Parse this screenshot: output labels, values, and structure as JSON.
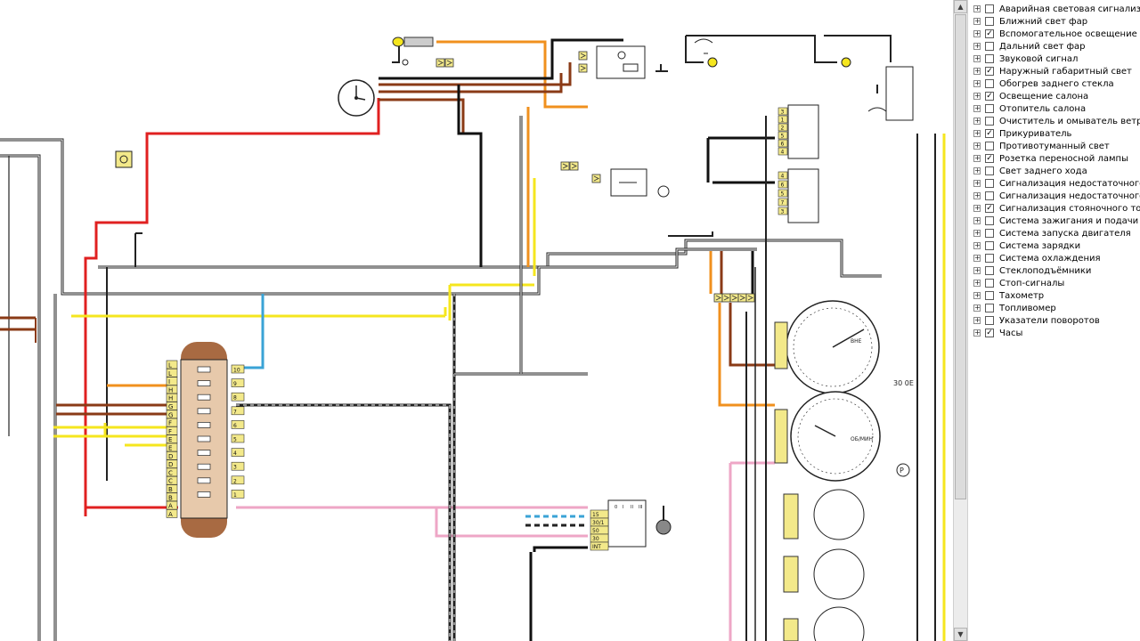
{
  "systems_panel": {
    "items": [
      {
        "label": "Аварийная световая сигнализ",
        "checked": false
      },
      {
        "label": "Ближний свет фар",
        "checked": false
      },
      {
        "label": "Вспомогательное освещение",
        "checked": true
      },
      {
        "label": "Дальний свет фар",
        "checked": false
      },
      {
        "label": "Звуковой сигнал",
        "checked": false
      },
      {
        "label": "Наружный габаритный свет",
        "checked": true
      },
      {
        "label": "Обогрев заднего стекла",
        "checked": false
      },
      {
        "label": "Освещение салона",
        "checked": true
      },
      {
        "label": "Отопитель салона",
        "checked": false
      },
      {
        "label": "Очиститель и омыватель ветро",
        "checked": false
      },
      {
        "label": "Прикуриватель",
        "checked": true
      },
      {
        "label": "Противотуманный свет",
        "checked": false
      },
      {
        "label": "Розетка переносной лампы",
        "checked": true
      },
      {
        "label": "Свет заднего хода",
        "checked": false
      },
      {
        "label": "Сигнализация недостаточного",
        "checked": false
      },
      {
        "label": "Сигнализация недостаточного",
        "checked": false
      },
      {
        "label": "Сигнализация стояночного тор",
        "checked": true
      },
      {
        "label": "Система зажигания и подачи т",
        "checked": false
      },
      {
        "label": "Система запуска двигателя",
        "checked": false
      },
      {
        "label": "Система зарядки",
        "checked": false
      },
      {
        "label": "Система охлаждения",
        "checked": false
      },
      {
        "label": "Стеклоподъёмники",
        "checked": false
      },
      {
        "label": "Стоп-сигналы",
        "checked": false
      },
      {
        "label": "Тахометр",
        "checked": false
      },
      {
        "label": "Топливомер",
        "checked": false
      },
      {
        "label": "Указатели поворотов",
        "checked": false
      },
      {
        "label": "Часы",
        "checked": true
      }
    ]
  },
  "diagram": {
    "fuse_left_labels": [
      "L",
      "L",
      "I",
      "H",
      "H",
      "G",
      "G",
      "F",
      "F",
      "E",
      "E",
      "D",
      "D",
      "C",
      "C",
      "B",
      "B",
      "A",
      "A"
    ],
    "fuse_right_labels": [
      "10",
      "9",
      "8",
      "7",
      "6",
      "5",
      "4",
      "3",
      "2",
      "1"
    ],
    "ignition_terminals": [
      "15",
      "30/1",
      "50",
      "30",
      "INT"
    ],
    "ignition_positions": [
      "0",
      "I",
      "II",
      "III"
    ],
    "switch_pins_a": [
      "3",
      "1",
      "2",
      "5",
      "6",
      "4"
    ],
    "switch_pins_b": [
      "4",
      "6",
      "5",
      "7",
      "3"
    ],
    "side_label": "30 0Е",
    "parking_symbol": "P",
    "gauge_labels": {
      "speedometer": "ВНЕ",
      "tachometer": "ОБ/МИН"
    }
  },
  "colors": {
    "red": "#e02020",
    "orange": "#f0901e",
    "yellow": "#f5e61e",
    "black": "#111111",
    "brown": "#8a3a16",
    "pink": "#eea6c6",
    "blue": "#3aa3d6",
    "fuse_body": "#e7c9ab",
    "fuse_ear": "#a86a42",
    "connector": "#f3e98a"
  }
}
